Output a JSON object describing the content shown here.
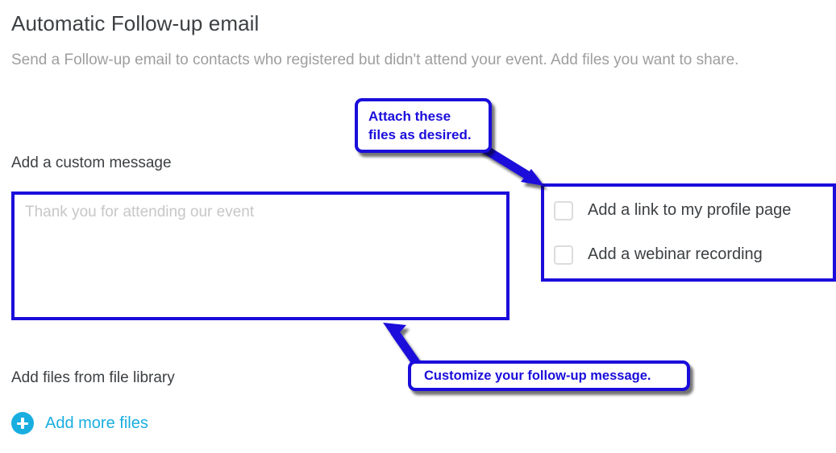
{
  "page": {
    "title": "Automatic Follow-up email",
    "description": "Send a Follow-up email to contacts who registered but didn't attend your event. Add files you want to share."
  },
  "custom_message": {
    "label": "Add a custom message",
    "placeholder": "Thank you for attending our event",
    "value": ""
  },
  "attachments": {
    "options": [
      {
        "label": "Add a link to my profile page",
        "checked": false
      },
      {
        "label": "Add a webinar recording",
        "checked": false
      }
    ]
  },
  "file_library": {
    "label": "Add files from file library",
    "add_more_label": "Add more files",
    "add_more_icon": "plus-circle-icon"
  },
  "callouts": [
    {
      "id": "attach",
      "text": "Attach these\nfiles as desired.",
      "line1": "Attach these",
      "line2": "files as desired."
    },
    {
      "id": "customize",
      "text": "Customize your follow-up message."
    }
  ],
  "colors": {
    "annotation_blue": "#1a0ddb",
    "link_cyan": "#19aee0",
    "text_dark": "#3c4043",
    "text_muted": "#9e9e9e",
    "placeholder": "#c7c7c7"
  }
}
